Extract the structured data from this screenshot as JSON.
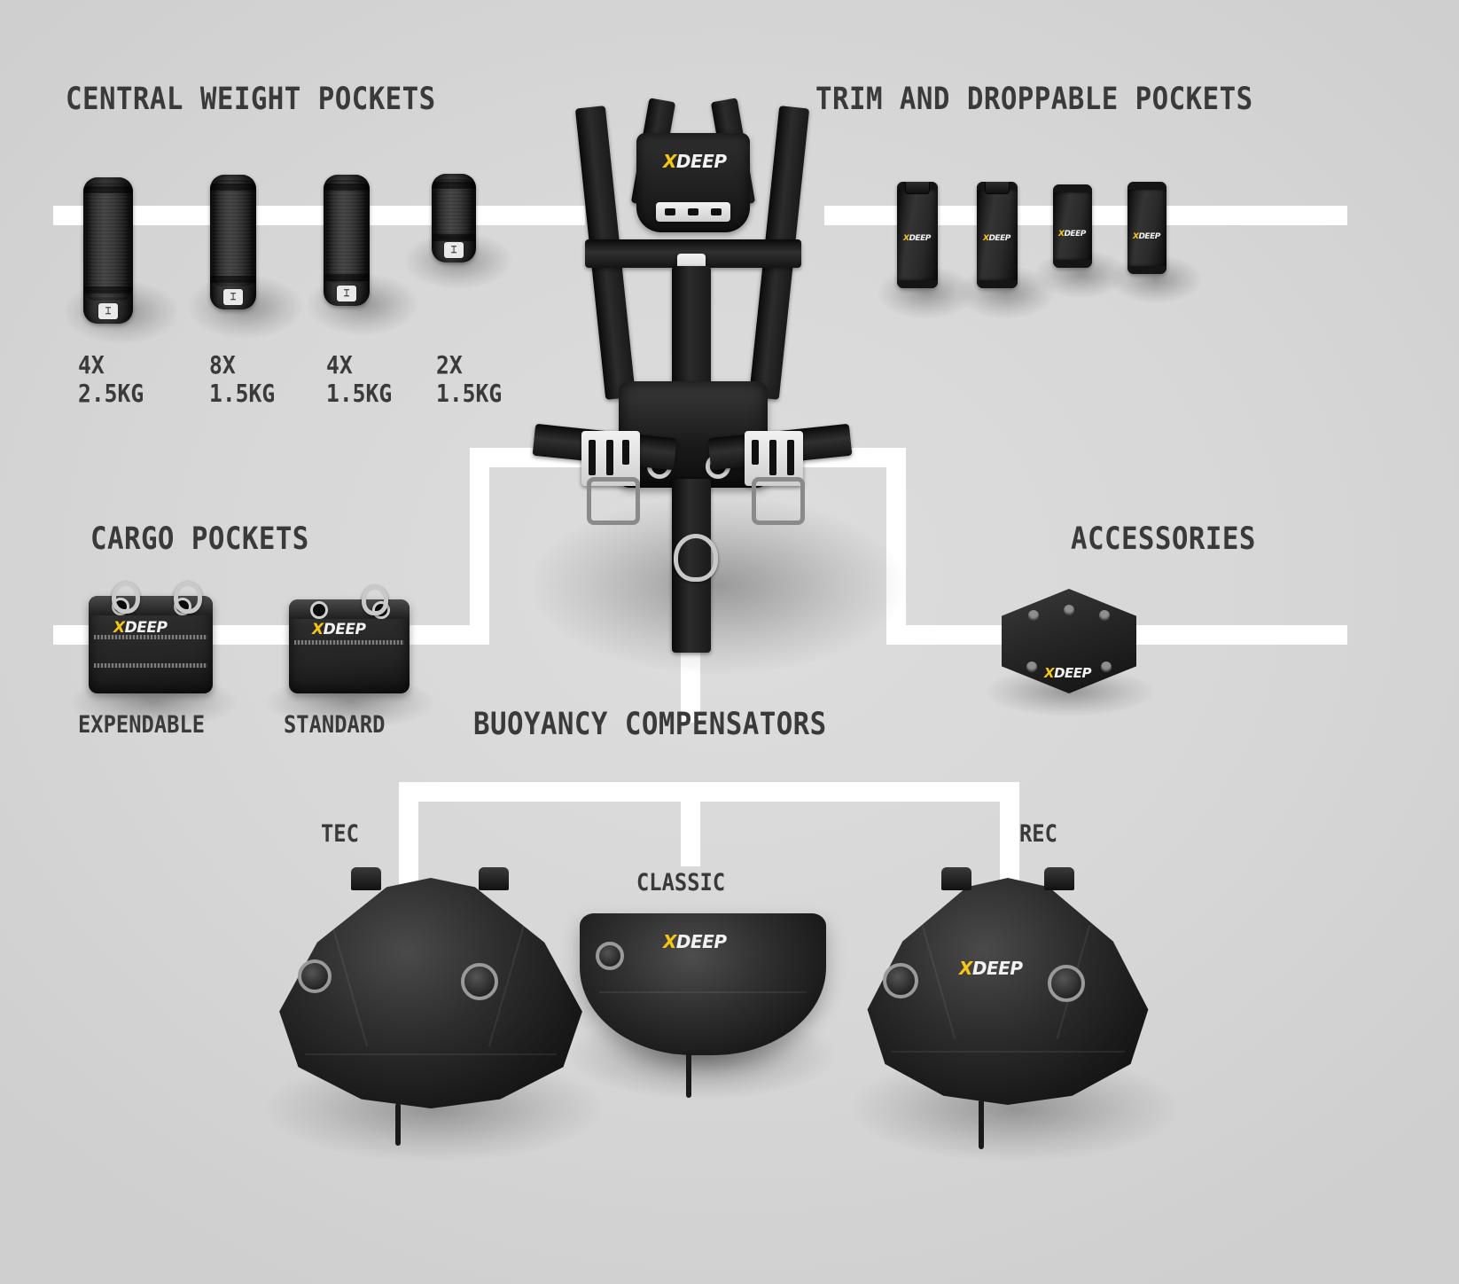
{
  "page": {
    "background_color": "#d8d8d8",
    "text_color": "#3a3a3a",
    "connector_color": "#ffffff",
    "brand": {
      "prefix": "X",
      "suffix": "DEEP",
      "accent_color": "#f5c518",
      "text_color": "#f2f2f2"
    }
  },
  "sections": {
    "central_weight_pockets": {
      "title": "CENTRAL WEIGHT POCKETS",
      "items": [
        {
          "count": "4X",
          "weight": "2.5KG"
        },
        {
          "count": "8X",
          "weight": "1.5KG"
        },
        {
          "count": "4X",
          "weight": "1.5KG"
        },
        {
          "count": "2X",
          "weight": "1.5KG"
        }
      ]
    },
    "trim_and_droppable_pockets": {
      "title": "TRIM AND DROPPABLE POCKETS",
      "items": [
        {
          "name": "droppable-pocket-1"
        },
        {
          "name": "droppable-pocket-2"
        },
        {
          "name": "trim-pocket-1"
        },
        {
          "name": "trim-pocket-2"
        }
      ]
    },
    "cargo_pockets": {
      "title": "CARGO POCKETS",
      "items": [
        {
          "label": "EXPENDABLE"
        },
        {
          "label": "STANDARD"
        }
      ]
    },
    "accessories": {
      "title": "ACCESSORIES",
      "items": [
        {
          "name": "backplate-accessory"
        }
      ]
    },
    "buoyancy_compensators": {
      "title": "BUOYANCY COMPENSATORS",
      "items": [
        {
          "label": "TEC"
        },
        {
          "label": "CLASSIC"
        },
        {
          "label": "REC"
        }
      ]
    },
    "harness": {
      "name": "sidemount-harness"
    }
  }
}
